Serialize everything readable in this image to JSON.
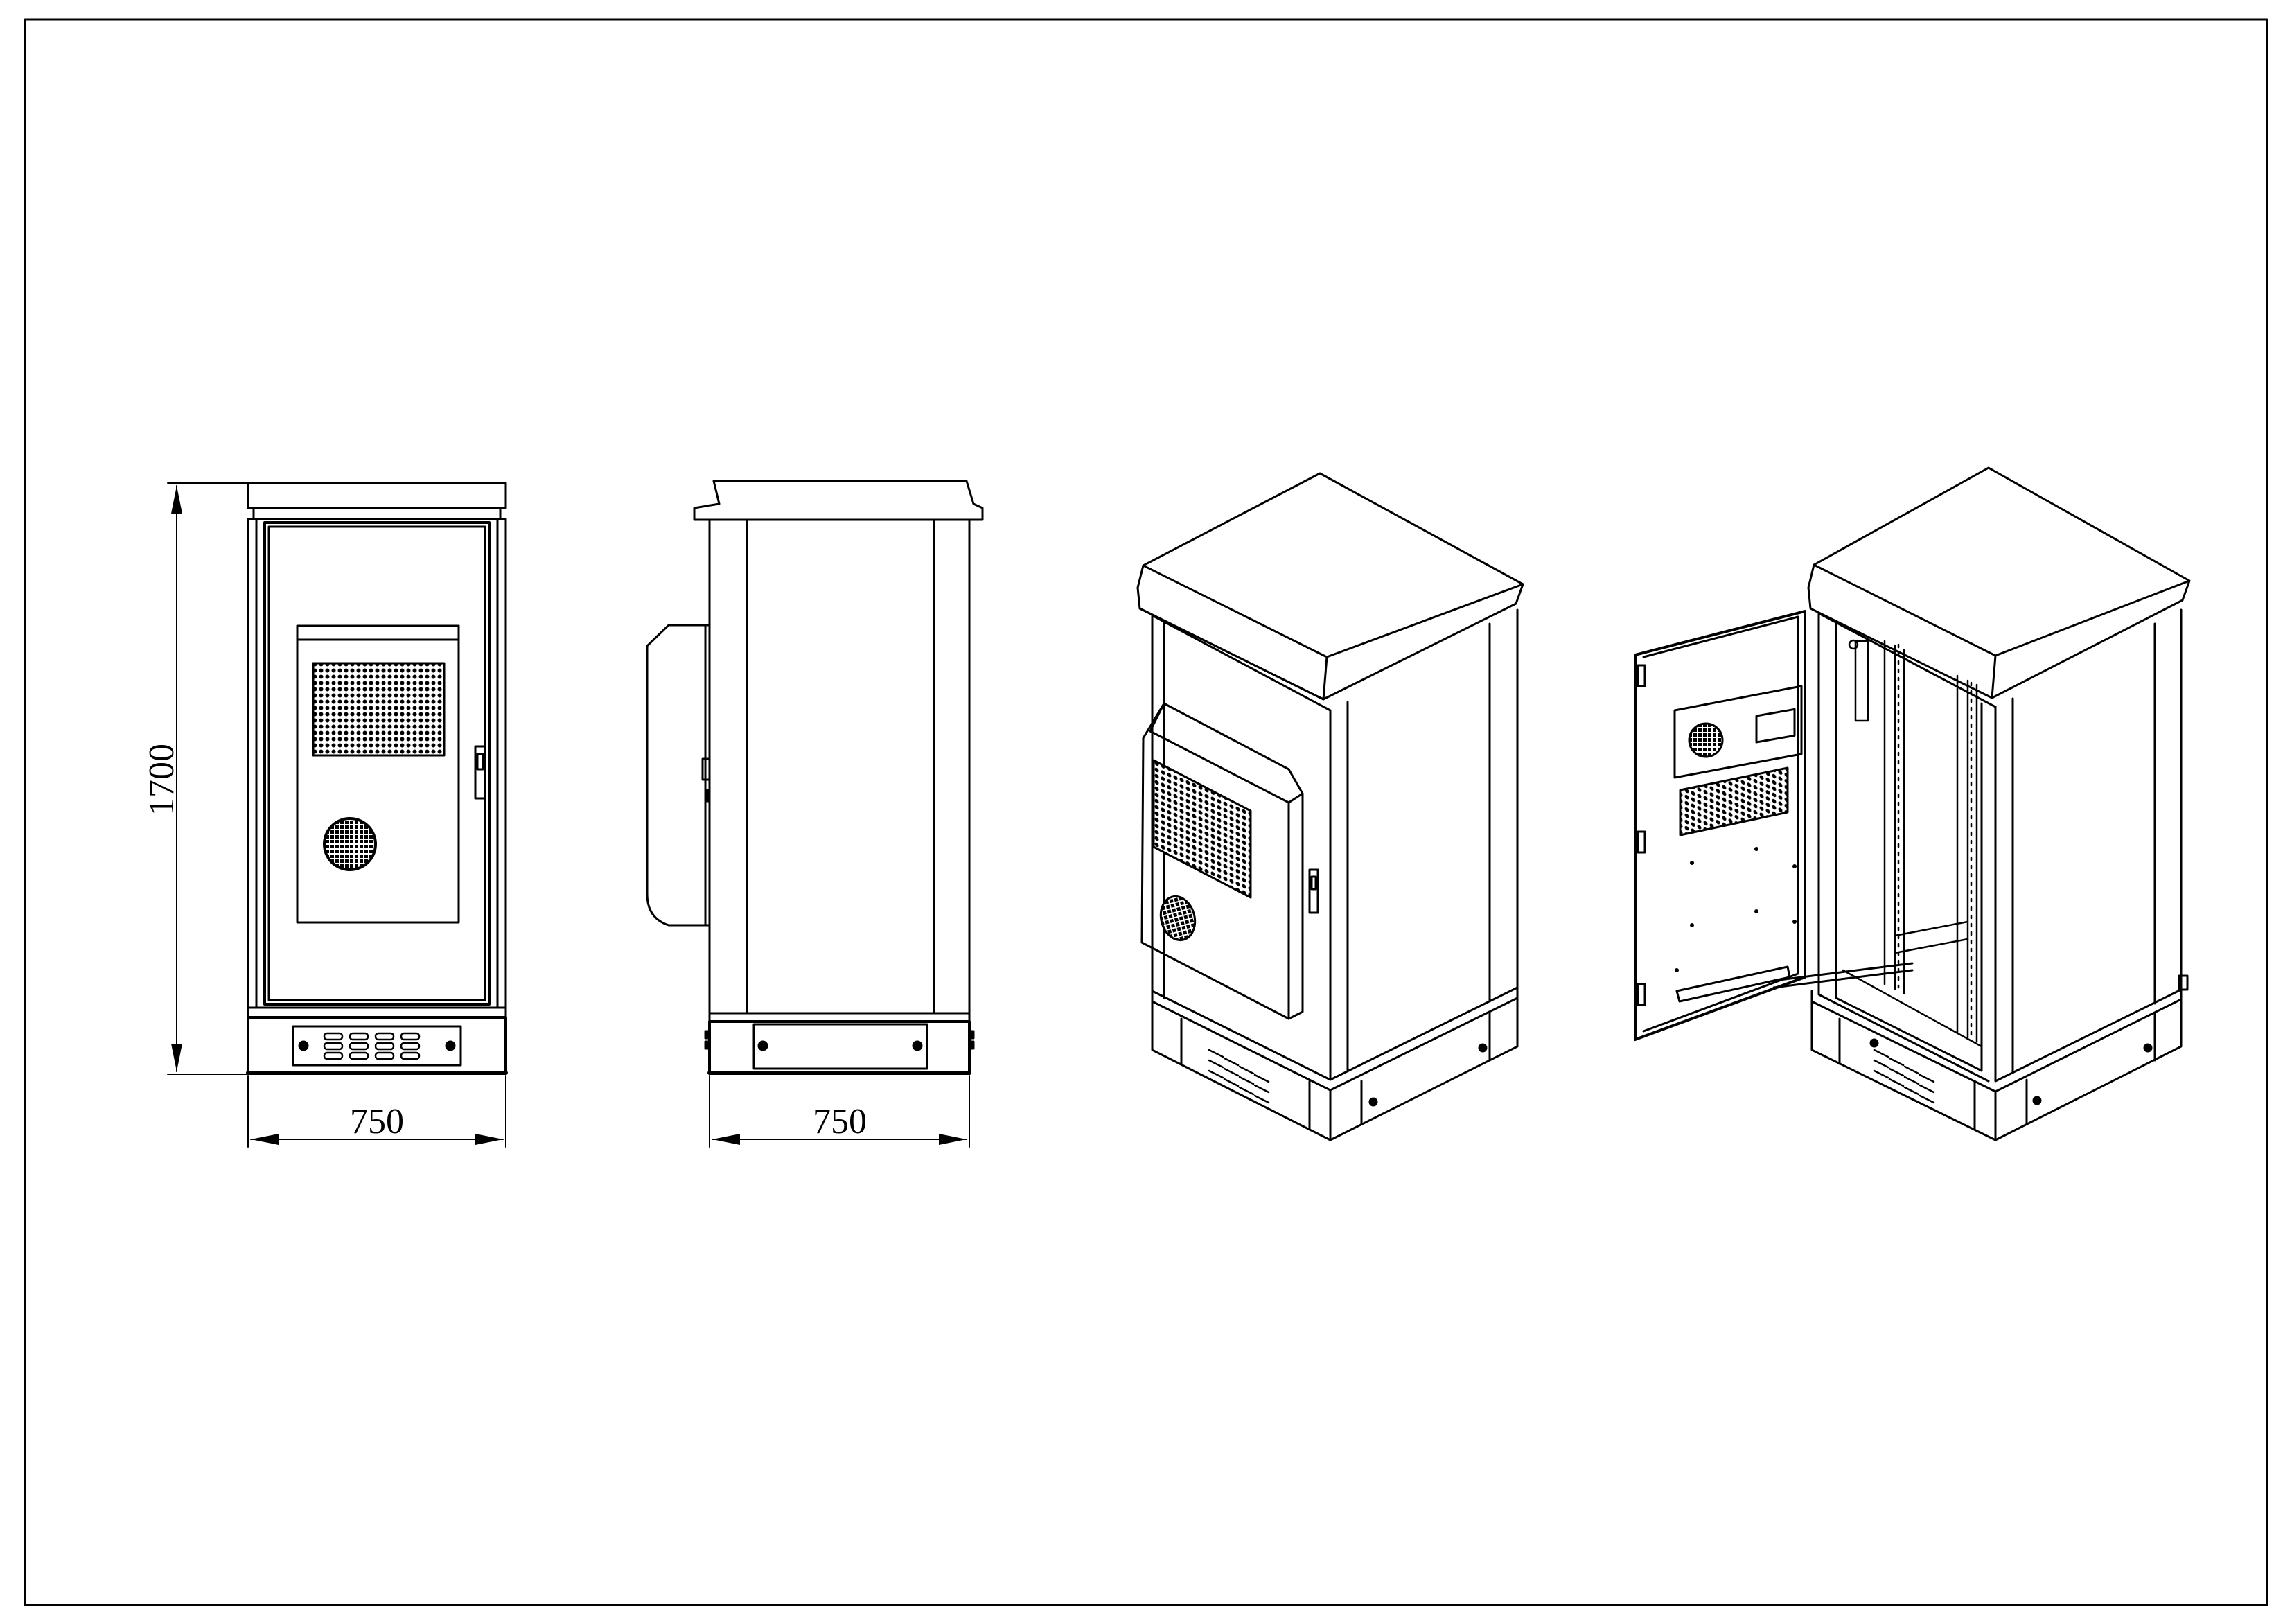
{
  "drawing": {
    "dimensions": {
      "height": "1700",
      "front_width": "750",
      "side_depth": "750"
    }
  },
  "colors": {
    "line": "#000000",
    "paper": "#ffffff"
  }
}
